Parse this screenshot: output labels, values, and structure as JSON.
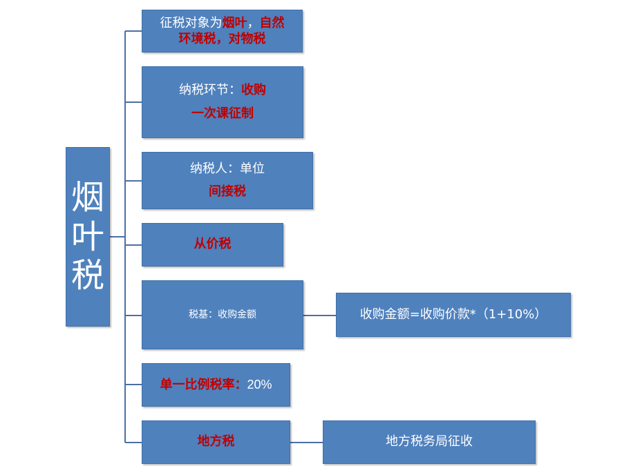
{
  "root": {
    "chars": [
      "烟",
      "叶",
      "税"
    ]
  },
  "items": [
    {
      "lines": [
        [
          {
            "text": "征税对象为",
            "highlight": false
          },
          {
            "text": "烟叶",
            "highlight": true
          },
          {
            "text": "，",
            "highlight": false
          },
          {
            "text": "自然",
            "highlight": true
          }
        ],
        [
          {
            "text": "环境税，对物税",
            "highlight": true
          }
        ]
      ]
    },
    {
      "lines": [
        [
          {
            "text": "纳税环节：",
            "highlight": false
          },
          {
            "text": "收购",
            "highlight": true
          }
        ],
        [
          {
            "text": "一次课征制",
            "highlight": true
          }
        ]
      ]
    },
    {
      "lines": [
        [
          {
            "text": "纳税人：单位",
            "highlight": false
          }
        ],
        [
          {
            "text": "间接税",
            "highlight": true
          }
        ]
      ]
    },
    {
      "lines": [
        [
          {
            "text": "从价税",
            "highlight": true
          }
        ]
      ]
    },
    {
      "lines": [
        [
          {
            "text": "税基：收购金额",
            "highlight": false
          }
        ]
      ],
      "child": "收购金额=收购价款*（1+10%）"
    },
    {
      "lines": [
        [
          {
            "text": "单一比例税率：",
            "highlight": true
          },
          {
            "text": "20%",
            "highlight": false
          }
        ]
      ]
    },
    {
      "lines": [
        [
          {
            "text": "地方税",
            "highlight": true
          }
        ]
      ],
      "child": "地方税务局征收"
    }
  ],
  "colors": {
    "box_fill": "#4f81bd",
    "connector": "#4a6fa5",
    "highlight_text": "#c00000",
    "normal_text": "#ffffff"
  }
}
